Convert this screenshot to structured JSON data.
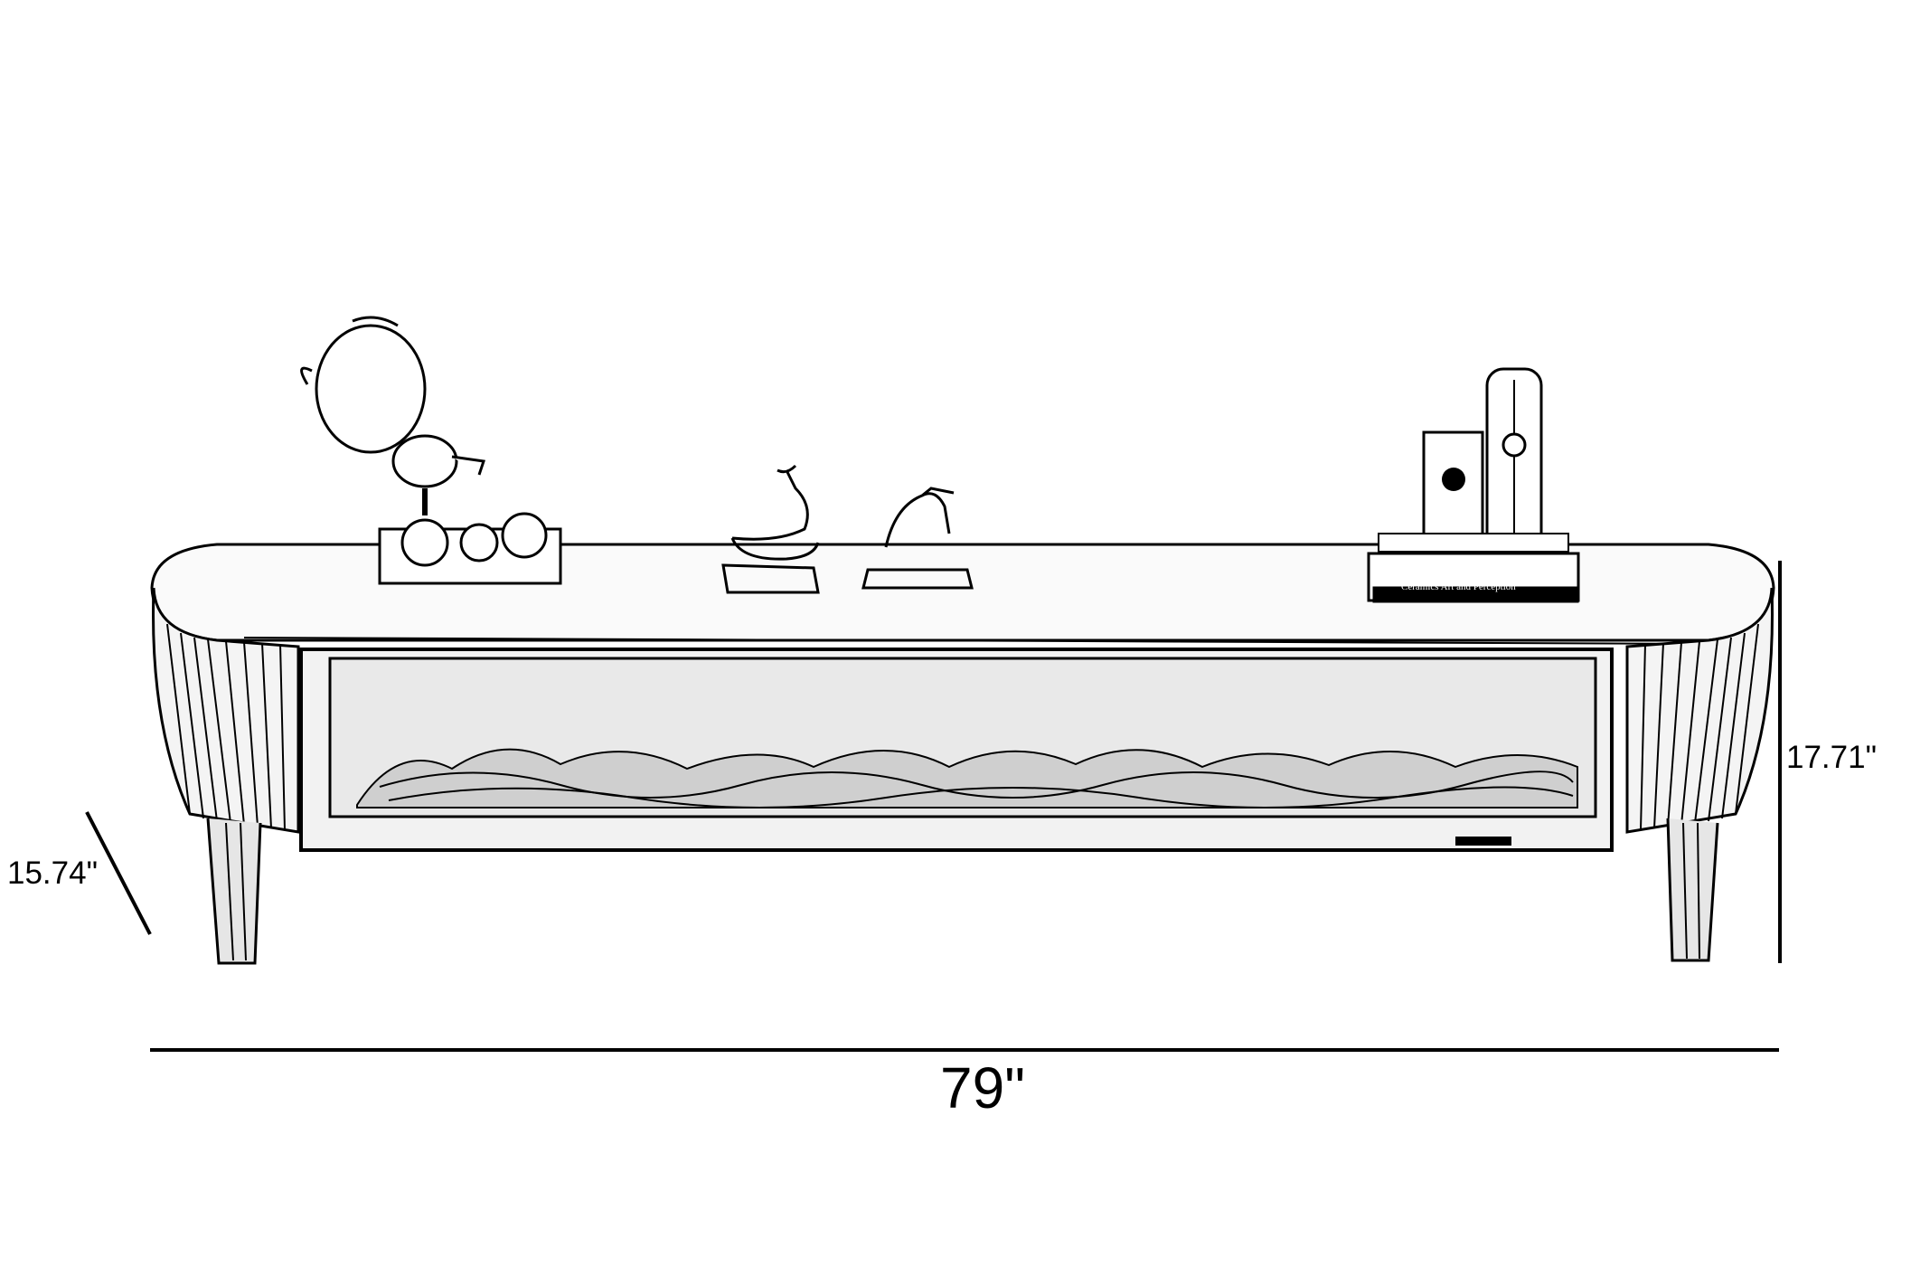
{
  "dimensions": {
    "width_label": "79\"",
    "depth_label": "15.74\"",
    "height_label": "17.71\""
  },
  "book": {
    "spine_text": "Ceramics Art and Perception"
  },
  "colors": {
    "line": "#000000",
    "background": "#ffffff",
    "glass": "#e9e9e9"
  }
}
